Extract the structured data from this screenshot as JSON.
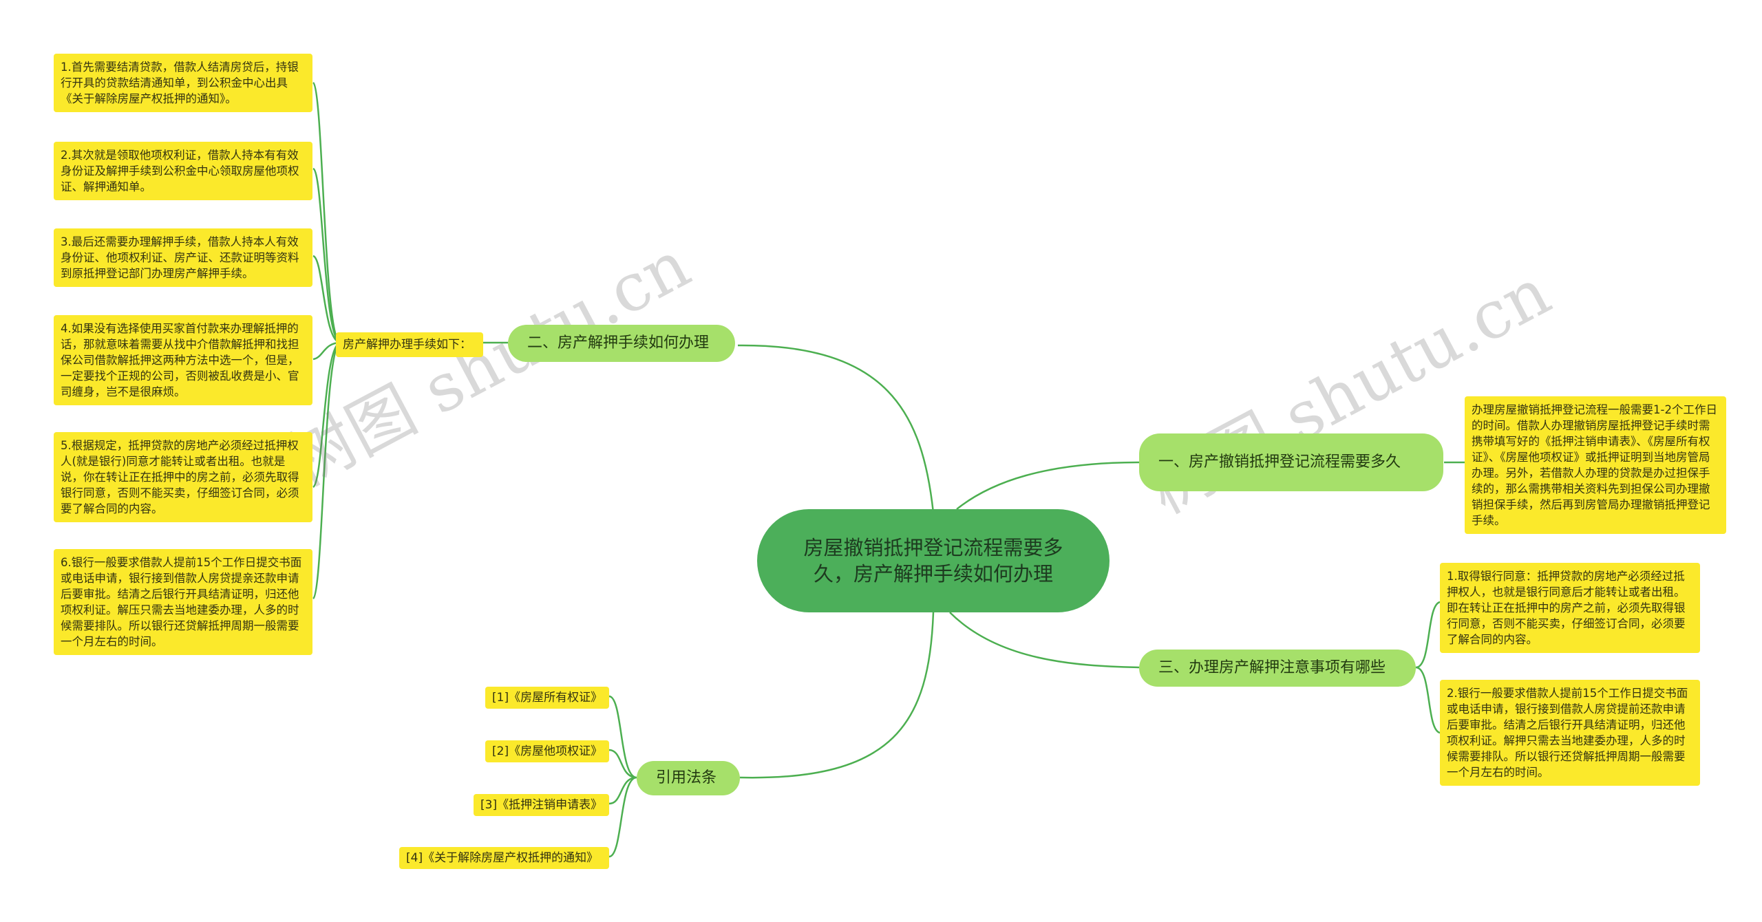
{
  "root": {
    "title": "房屋撤销抵押登记流程需要多久，房产解押手续如何办理"
  },
  "branches": {
    "b1": {
      "title": "一、房产撤销抵押登记流程需要多久",
      "text": "办理房屋撤销抵押登记流程一般需要1-2个工作日的时间。借款人办理撤销房屋抵押登记手续时需携带填写好的《抵押注销申请表》、《房屋所有权证》、《房屋他项权证》或抵押证明到当地房管局办理。另外，若借款人办理的贷款是办过担保手续的，那么需携带相关资料先到担保公司办理撤销担保手续，然后再到房管局办理撤销抵押登记手续。"
    },
    "b2": {
      "title": "二、房产解押手续如何办理",
      "label": "房产解押办理手续如下：",
      "steps": [
        "1.首先需要结清贷款，借款人结清房贷后，持银行开具的贷款结清通知单，到公积金中心出具《关于解除房屋产权抵押的通知》。",
        "2.其次就是领取他项权利证，借款人持本有有效身份证及解押手续到公积金中心领取房屋他项权证、解押通知单。",
        "3.最后还需要办理解押手续，借款人持本人有效身份证、他项权利证、房产证、还款证明等资料到原抵押登记部门办理房产解押手续。",
        "4.如果没有选择使用买家首付款来办理解抵押的话，那就意味着需要从找中介借款解抵押和找担保公司借款解抵押这两种方法中选一个，但是，一定要找个正规的公司，否则被乱收费是小、官司缠身，岂不是很麻烦。",
        "5.根据规定，抵押贷款的房地产必须经过抵押权人(就是银行)同意才能转让或者出租。也就是说，你在转让正在抵押中的房之前，必须先取得银行同意，否则不能买卖，仔细签订合同，必须要了解合同的内容。",
        "6.银行一般要求借款人提前15个工作日提交书面或电话申请，银行接到借款人房贷提亲还款申请后要审批。结清之后银行开具结清证明，归还他项权利证。解压只需去当地建委办理，人多的时候需要排队。所以银行还贷解抵押周期一般需要一个月左右的时间。"
      ]
    },
    "b3": {
      "title": "三、办理房产解押注意事项有哪些",
      "notes": [
        "1.取得银行同意：抵押贷款的房地产必须经过抵押权人，也就是银行同意后才能转让或者出租。即在转让正在抵押中的房产之前，必须先取得银行同意，否则不能买卖，仔细签订合同，必须要了解合同的内容。",
        "2.银行一般要求借款人提前15个工作日提交书面或电话申请，银行接到借款人房贷提前还款申请后要审批。结清之后银行开具结清证明，归还他项权利证。解押只需去当地建委办理，人多的时候需要排队。所以银行还贷解抵押周期一般需要一个月左右的时间。"
      ]
    },
    "b4": {
      "title": "引用法条",
      "refs": [
        "[1]《房屋所有权证》",
        "[2]《房屋他项权证》",
        "[3]《抵押注销申请表》",
        "[4]《关于解除房屋产权抵押的通知》"
      ]
    }
  },
  "watermarks": [
    "树图 shutu.cn",
    "树图 shutu.cn"
  ],
  "colors": {
    "root": "#4caf5a",
    "branch": "#a6e06a",
    "leaf": "#fbe92b",
    "link": "#4caf50"
  }
}
